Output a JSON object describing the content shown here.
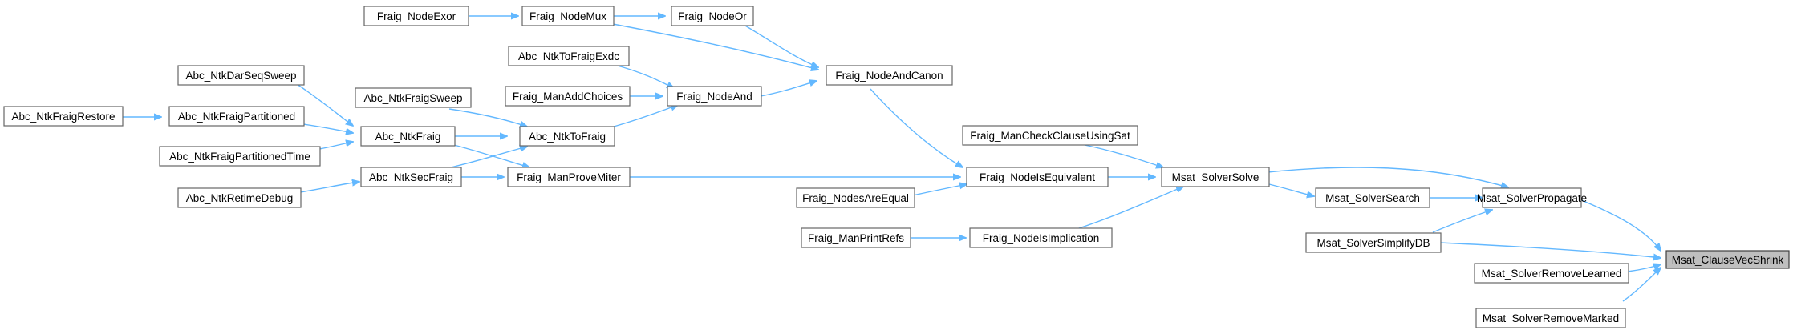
{
  "graph": {
    "type": "call-graph",
    "colors": {
      "edge": "#63b8ff",
      "node_border": "#666666",
      "node_fill": "#ffffff",
      "root_fill": "#bfbfbf"
    },
    "nodes": {
      "root": "Msat_ClauseVecShrink",
      "solver_propagate": "Msat_SolverPropagate",
      "solver_simplify_db": "Msat_SolverSimplifyDB",
      "solver_remove_learned": "Msat_SolverRemoveLearned",
      "solver_remove_marked": "Msat_SolverRemoveMarked",
      "solver_search": "Msat_SolverSearch",
      "solver_solve": "Msat_SolverSolve",
      "fraig_man_check_clause": "Fraig_ManCheckClauseUsingSat",
      "fraig_node_is_equivalent": "Fraig_NodeIsEquivalent",
      "fraig_node_is_implication": "Fraig_NodeIsImplication",
      "fraig_node_and_canon": "Fraig_NodeAndCanon",
      "fraig_nodes_are_equal": "Fraig_NodesAreEqual",
      "fraig_man_prove_miter": "Fraig_ManProveMiter",
      "fraig_man_print_refs": "Fraig_ManPrintRefs",
      "fraig_node_or": "Fraig_NodeOr",
      "fraig_node_mux": "Fraig_NodeMux",
      "fraig_node_and": "Fraig_NodeAnd",
      "fraig_node_exor": "Fraig_NodeExor",
      "abc_ntk_to_fraig_exdc": "Abc_NtkToFraigExdc",
      "fraig_man_add_choices": "Fraig_ManAddChoices",
      "abc_ntk_to_fraig": "Abc_NtkToFraig",
      "abc_ntk_fraig_sweep": "Abc_NtkFraigSweep",
      "abc_ntk_fraig": "Abc_NtkFraig",
      "abc_ntk_sec_fraig": "Abc_NtkSecFraig",
      "abc_ntk_dar_seq_sweep": "Abc_NtkDarSeqSweep",
      "abc_ntk_fraig_partitioned": "Abc_NtkFraigPartitioned",
      "abc_ntk_fraig_partitioned_time": "Abc_NtkFraigPartitionedTime",
      "abc_ntk_fraig_restore": "Abc_NtkFraigRestore",
      "abc_ntk_retime_debug": "Abc_NtkRetimeDebug"
    }
  }
}
